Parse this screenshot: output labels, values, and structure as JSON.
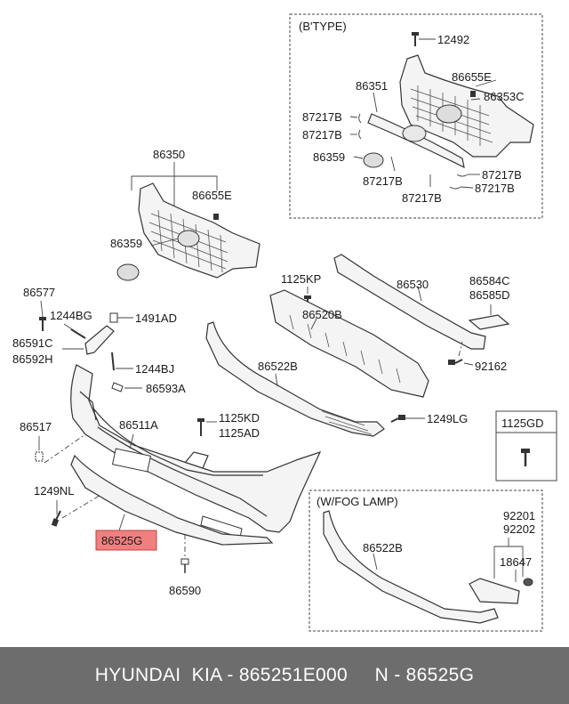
{
  "inset_btype": {
    "title": "(B'TYPE)",
    "labels": [
      "12492",
      "86655E",
      "86351",
      "86353C",
      "87217B",
      "87217B",
      "86359",
      "87217B",
      "87217B",
      "87217B",
      "87217B"
    ]
  },
  "grille_group": {
    "labels": [
      "86350",
      "86655E",
      "86359"
    ]
  },
  "left_labels": [
    "86577",
    "1244BG",
    "1491AD",
    "86591C",
    "86592H",
    "1244BJ",
    "86593A",
    "86517",
    "86511A",
    "1125KD",
    "1125AD",
    "1249NL",
    "86590"
  ],
  "highlighted_part": "86525G",
  "reinforce_labels": [
    "1125KP",
    "86530",
    "86584C",
    "86585D",
    "86520B",
    "92162",
    "86522B",
    "1249LG"
  ],
  "clip_box": {
    "label": "1125GD"
  },
  "inset_fog": {
    "title": "(W/FOG LAMP)",
    "labels": [
      "86522B",
      "92201",
      "92202",
      "18647"
    ]
  },
  "footer": {
    "brand": "HYUNDAI  KIA - 865251E000",
    "code": "N - 86525G"
  },
  "colors": {
    "highlight": "#f08080",
    "footer_bg": "#6d6d6d"
  }
}
